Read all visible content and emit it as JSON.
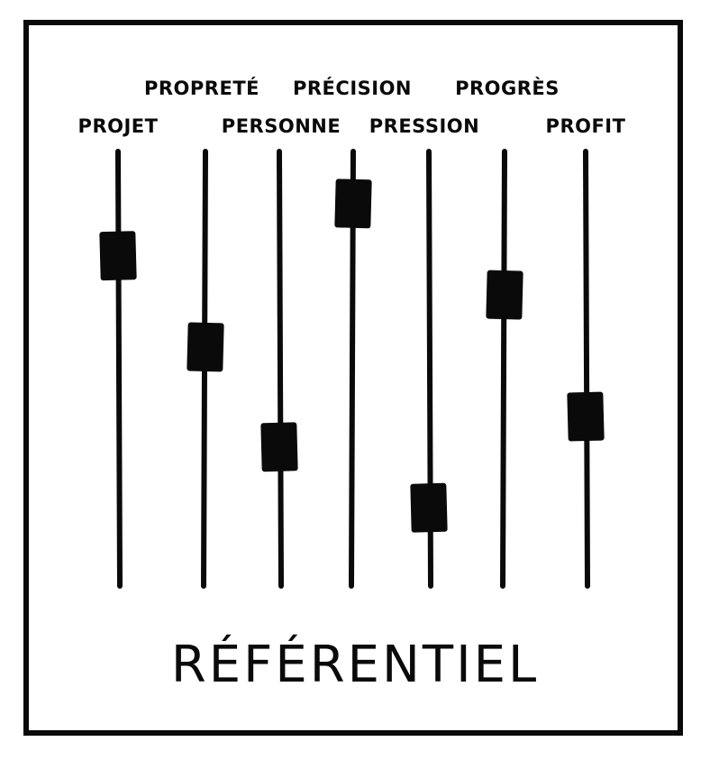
{
  "title": "RÉFÉRENTIEL",
  "ink_color": "#0a0a0a",
  "background_color": "#ffffff",
  "sliders": [
    {
      "label": "PROJET",
      "level": 0.76
    },
    {
      "label": "PROPRETÉ",
      "level": 0.55
    },
    {
      "label": "PERSONNE",
      "level": 0.32
    },
    {
      "label": "PRÉCISION",
      "level": 0.88
    },
    {
      "label": "PRESSION",
      "level": 0.18
    },
    {
      "label": "PROGRÈS",
      "level": 0.67
    },
    {
      "label": "PROFIT",
      "level": 0.39
    }
  ]
}
